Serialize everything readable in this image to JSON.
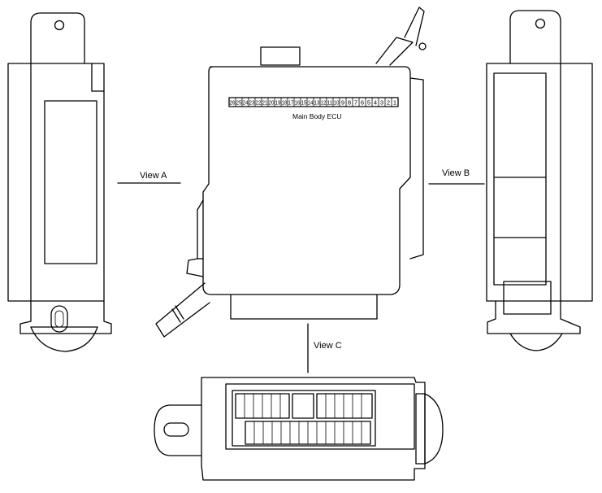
{
  "diagram": {
    "labels": {
      "view_a": "View A",
      "view_b": "View B",
      "view_c": "View C",
      "ecu_name": "Main Body ECU"
    },
    "connector_pins": [
      "26",
      "25",
      "24",
      "23",
      "22",
      "21",
      "20",
      "19",
      "18",
      "17",
      "16",
      "15",
      "14",
      "13",
      "12",
      "11",
      "10",
      "9",
      "8",
      "7",
      "6",
      "5",
      "4",
      "3",
      "2",
      "1"
    ]
  }
}
